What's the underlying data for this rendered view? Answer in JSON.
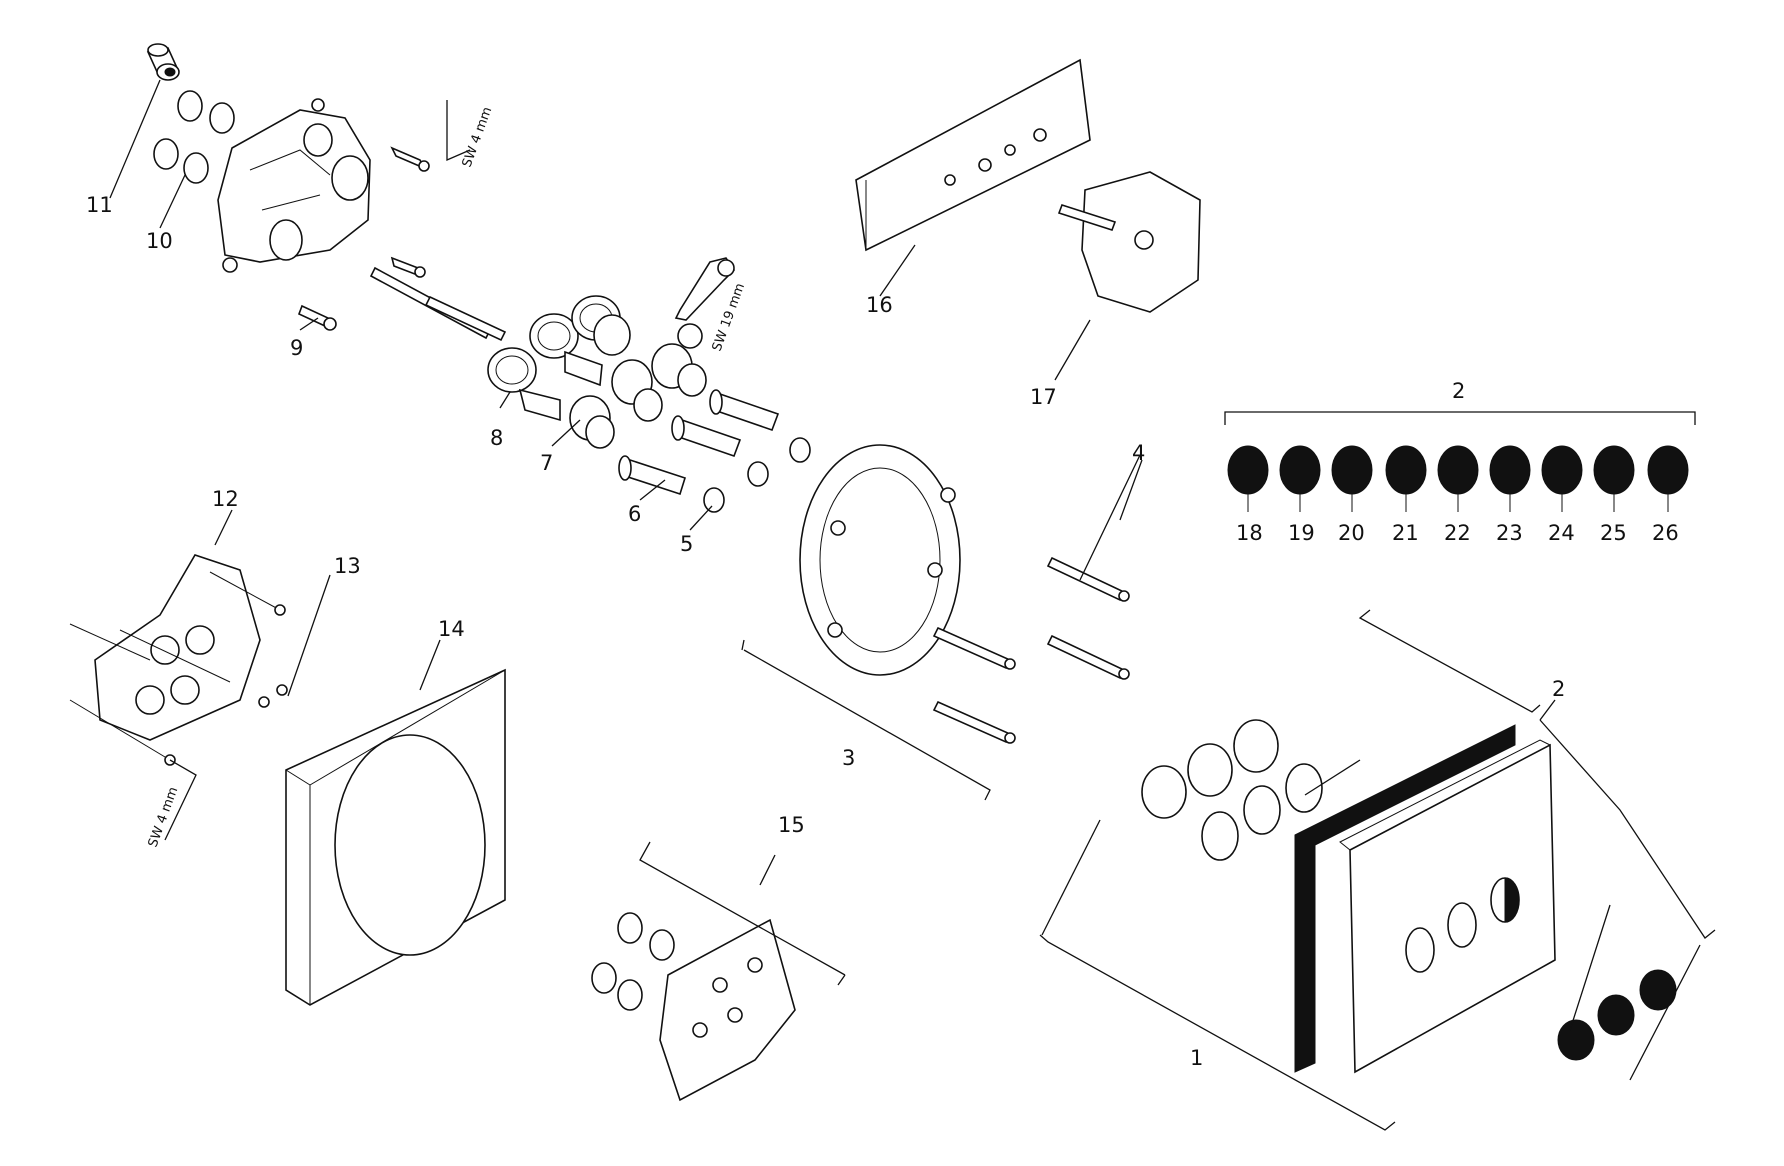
{
  "diagram": {
    "callouts": [
      {
        "id": "c1",
        "text": "1"
      },
      {
        "id": "c2a",
        "text": "2"
      },
      {
        "id": "c2b",
        "text": "2"
      },
      {
        "id": "c3",
        "text": "3"
      },
      {
        "id": "c4",
        "text": "4"
      },
      {
        "id": "c5",
        "text": "5"
      },
      {
        "id": "c6",
        "text": "6"
      },
      {
        "id": "c7",
        "text": "7"
      },
      {
        "id": "c8",
        "text": "8"
      },
      {
        "id": "c9",
        "text": "9"
      },
      {
        "id": "c10",
        "text": "10"
      },
      {
        "id": "c11",
        "text": "11"
      },
      {
        "id": "c12",
        "text": "12"
      },
      {
        "id": "c13",
        "text": "13"
      },
      {
        "id": "c14",
        "text": "14"
      },
      {
        "id": "c15",
        "text": "15"
      },
      {
        "id": "c16",
        "text": "16"
      },
      {
        "id": "c17",
        "text": "17"
      },
      {
        "id": "c18",
        "text": "18"
      },
      {
        "id": "c19",
        "text": "19"
      },
      {
        "id": "c20",
        "text": "20"
      },
      {
        "id": "c21",
        "text": "21"
      },
      {
        "id": "c22",
        "text": "22"
      },
      {
        "id": "c23",
        "text": "23"
      },
      {
        "id": "c24",
        "text": "24"
      },
      {
        "id": "c25",
        "text": "25"
      },
      {
        "id": "c26",
        "text": "26"
      }
    ],
    "tool_labels": {
      "hex_key_top": "SW 4 mm",
      "wrench": "SW 19 mm",
      "hex_key_bottom": "SW 4 mm"
    }
  }
}
